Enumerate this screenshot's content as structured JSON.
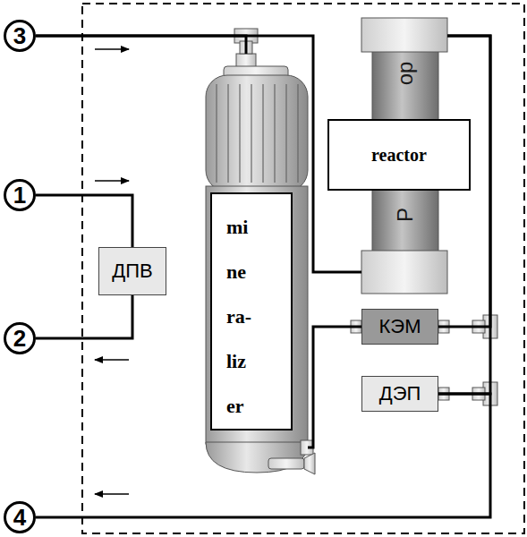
{
  "diagram": {
    "nodes": [
      {
        "text": [
          "3"
        ]
      },
      {
        "text": [
          "reactor"
        ]
      },
      {
        "text": [
          "1"
        ]
      },
      {
        "text": [
          "mi ne ra- liz er"
        ]
      },
      {
        "text": [
          "ДПВ"
        ]
      },
      {
        "text": [
          "2"
        ]
      },
      {
        "text": [
          "КЭМ"
        ]
      },
      {
        "text": [
          "ДЭП"
        ]
      },
      {
        "text": [
          "4"
        ]
      }
    ],
    "edges": [
      {
        "from": 2,
        "to": 4,
        "arrow": "none"
      },
      {
        "from": 4,
        "to": 5,
        "arrow": "none"
      },
      {
        "from": 0,
        "to": 3,
        "arrow": "none"
      },
      {
        "from": 0,
        "to": 1,
        "arrow": "none"
      },
      {
        "from": 1,
        "to": 6,
        "arrow": "none"
      },
      {
        "from": 6,
        "to": 3,
        "arrow": "none"
      },
      {
        "from": 1,
        "to": 7,
        "arrow": "none"
      },
      {
        "from": 7,
        "to": 8,
        "arrow": "none"
      }
    ],
    "labels": [
      "ор",
      "Р"
    ]
  }
}
